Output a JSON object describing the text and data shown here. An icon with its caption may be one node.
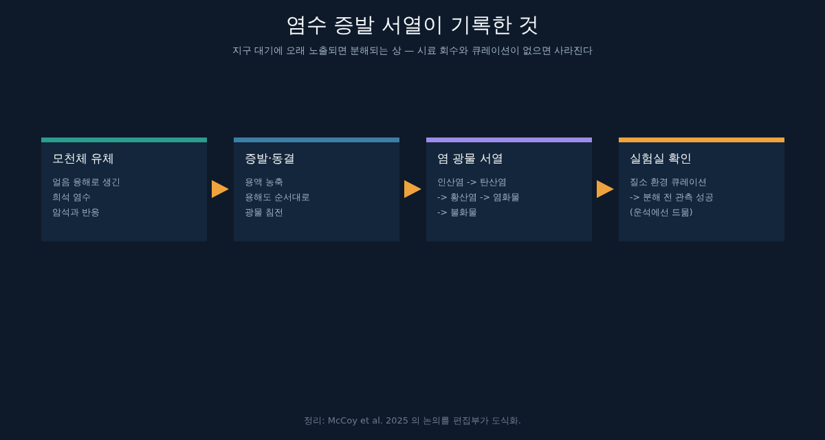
{
  "diagram": {
    "title": "염수 증발 서열이 기록한 것",
    "caption": "정리: McCoy et al. 2025 의 논의를 편집부가 도식화.",
    "nodes": [
      {
        "text": [
          "모천체 유체",
          "얼음 융해로 생긴",
          "희석 염수",
          "암석과 반응"
        ]
      },
      {
        "text": [
          "증발·동결",
          "용액 농축",
          "용해도 순서대로",
          "광물 침전"
        ]
      },
      {
        "text": [
          "염 광물 서열",
          "인산염 -> 탄산염",
          "-> 황산염 -> 염화물",
          "-> 불화물"
        ]
      },
      {
        "text": [
          "실험실 확인",
          "질소 환경 큐레이션",
          "-> 분해 전 관측 성공",
          "(운석에선 드묾)"
        ]
      }
    ],
    "edges": [
      {
        "from": 0,
        "to": 1,
        "arrow": "to",
        "color": "#f0a33c"
      },
      {
        "from": 1,
        "to": 2,
        "arrow": "to",
        "color": "#f0a33c"
      },
      {
        "from": 2,
        "to": 3,
        "arrow": "to",
        "color": "#f0a33c"
      }
    ],
    "labels": [
      "지구 대기에 오래 노출되면 분해되는 상 — 시료 회수와 큐레이션이 없으면 사라진다"
    ]
  }
}
